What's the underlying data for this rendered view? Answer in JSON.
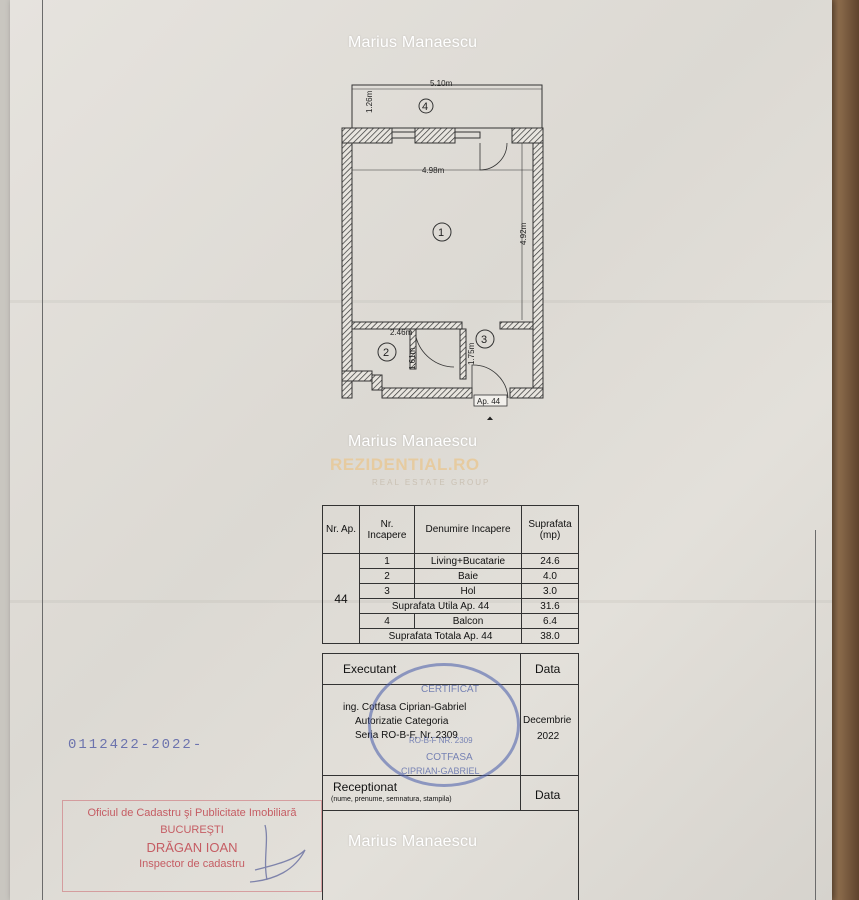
{
  "watermark": "Marius Manaescu",
  "brand": {
    "name": "REZIDENTIAL.RO",
    "tagline": "REAL ESTATE GROUP"
  },
  "plan": {
    "dims": {
      "balcony_width": "5.10m",
      "balcony_depth": "1.26m",
      "living_width": "4.98m",
      "living_depth": "4.92m",
      "bath_width": "2.46m",
      "bath_depth": "1.61m",
      "hall_depth": "1.75m"
    },
    "rooms": [
      "1",
      "2",
      "3",
      "4"
    ],
    "apartment_label": "Ap. 44"
  },
  "table": {
    "headers": {
      "ap": "Nr. Ap.",
      "room": "Nr. Incapere",
      "name": "Denumire Incapere",
      "area": "Suprafata (mp)"
    },
    "apartment": "44",
    "rows": [
      {
        "nr": "1",
        "name": "Living+Bucatarie",
        "area": "24.6"
      },
      {
        "nr": "2",
        "name": "Baie",
        "area": "4.0"
      },
      {
        "nr": "3",
        "name": "Hol",
        "area": "3.0"
      }
    ],
    "useful": {
      "label": "Suprafata Utila Ap. 44",
      "area": "31.6"
    },
    "balcony": {
      "nr": "4",
      "name": "Balcon",
      "area": "6.4"
    },
    "total": {
      "label": "Suprafata Totala Ap. 44",
      "area": "38.0"
    }
  },
  "execution": {
    "executant_label": "Executant",
    "data_label": "Data",
    "engineer": "ing. Cotfasa Ciprian-Gabriel",
    "authorization": "Autorizatie Categoria",
    "series": "Seria RO-B-F, Nr. 2309",
    "date_month": "Decembrie",
    "date_year": "2022",
    "receptionat_label": "Receptionat",
    "receptionat_note": "(nume, prenume, semnatura, stampila)",
    "data_label_2": "Data"
  },
  "stamp": {
    "title": "CERTIFICAT",
    "line2": "RO-B-F NR. 2309",
    "name": "COTFASA",
    "name2": "CIPRIAN-GABRIEL"
  },
  "registration_number": "0112422-2022-",
  "ocpi": {
    "line1": "Oficiul de Cadastru şi Publicitate Imobiliară",
    "line2": "BUCUREŞTI",
    "line3": "DRĂGAN IOAN",
    "line4": "Inspector de cadastru"
  }
}
